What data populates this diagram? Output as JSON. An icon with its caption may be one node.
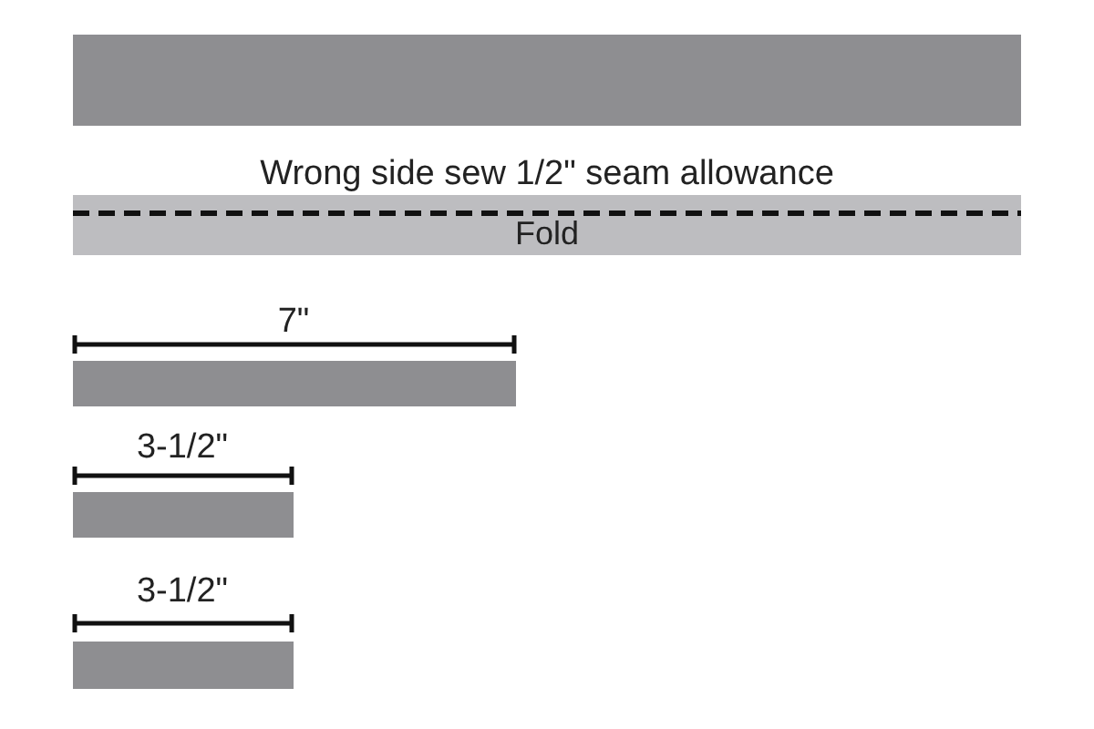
{
  "diagram": {
    "nodes": [
      {
        "text": [],
        "shape": "bar"
      },
      {
        "text": [
          "Fold"
        ]
      },
      {
        "text": [],
        "shape": "bar"
      },
      {
        "text": [],
        "shape": "bar"
      },
      {
        "text": [],
        "shape": "bar"
      }
    ],
    "labels": [
      "Wrong side sew 1/2\" seam allowance",
      "7\"",
      "3-1/2\"",
      "3-1/2\""
    ]
  }
}
